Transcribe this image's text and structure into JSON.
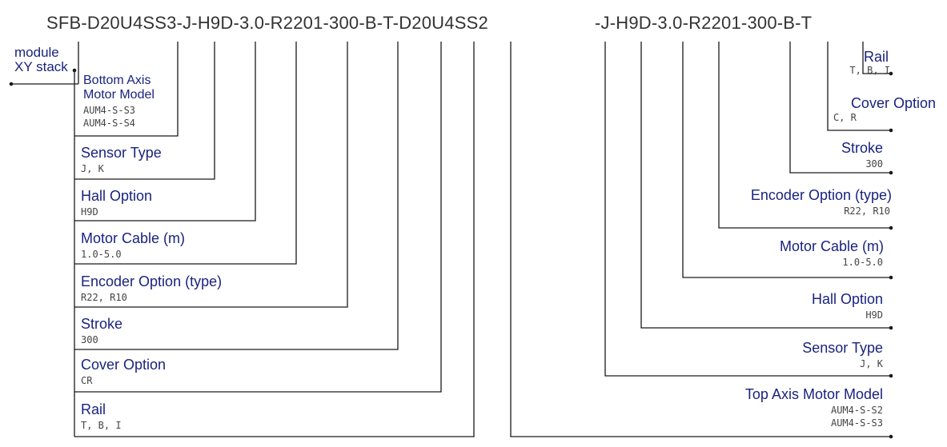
{
  "code": {
    "left": "SFB-D20U4SS3-J-H9D-3.0-R2201-300-B-T-D20U4SS2",
    "right": "-J-H9D-3.0-R2201-300-B-T"
  },
  "module": {
    "line1": "module",
    "line2": "XY stack"
  },
  "left_labels": [
    {
      "title": "Bottom Axis\nMotor Model",
      "values": "AUM4-S-S3\nAUM4-S-S4"
    },
    {
      "title": "Sensor Type",
      "values": "J, K"
    },
    {
      "title": "Hall Option",
      "values": "H9D"
    },
    {
      "title": "Motor Cable (m)",
      "values": "1.0-5.0"
    },
    {
      "title": "Encoder Option (type)",
      "values": "R22, R10"
    },
    {
      "title": "Stroke",
      "values": "300"
    },
    {
      "title": "Cover Option",
      "values": "CR"
    },
    {
      "title": "Rail",
      "values": "T, B, I"
    }
  ],
  "right_labels": [
    {
      "title": "Rail",
      "values": "T, B, I"
    },
    {
      "title": "Cover Option",
      "values": "C, R"
    },
    {
      "title": "Stroke",
      "values": "300"
    },
    {
      "title": "Encoder Option (type)",
      "values": "R22, R10"
    },
    {
      "title": "Motor Cable (m)",
      "values": "1.0-5.0"
    },
    {
      "title": "Hall Option",
      "values": "H9D"
    },
    {
      "title": "Sensor Type",
      "values": "J, K"
    },
    {
      "title": "Top Axis Motor Model",
      "values": "AUM4-S-S2\nAUM4-S-S3"
    }
  ],
  "colors": {
    "line": "#1a1a1a",
    "title": "#1a237e",
    "value": "#444444",
    "code": "#333333"
  }
}
